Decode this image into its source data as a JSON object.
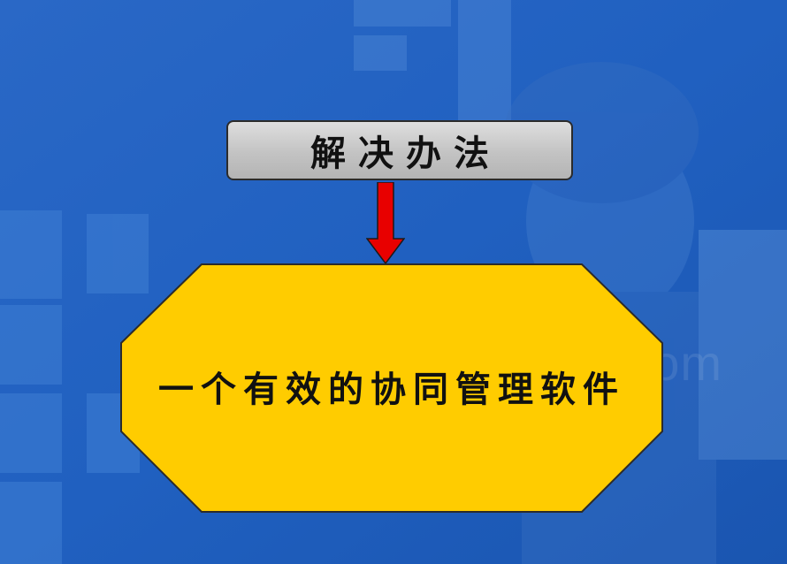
{
  "slide": {
    "title": "解决办法",
    "answer": "一个有效的协同管理软件",
    "watermark": "www.docin.com"
  },
  "colors": {
    "background": "#1f5fbd",
    "title_box": "#c8c8c8",
    "answer_box": "#ffcc00",
    "arrow": "#e80000"
  }
}
